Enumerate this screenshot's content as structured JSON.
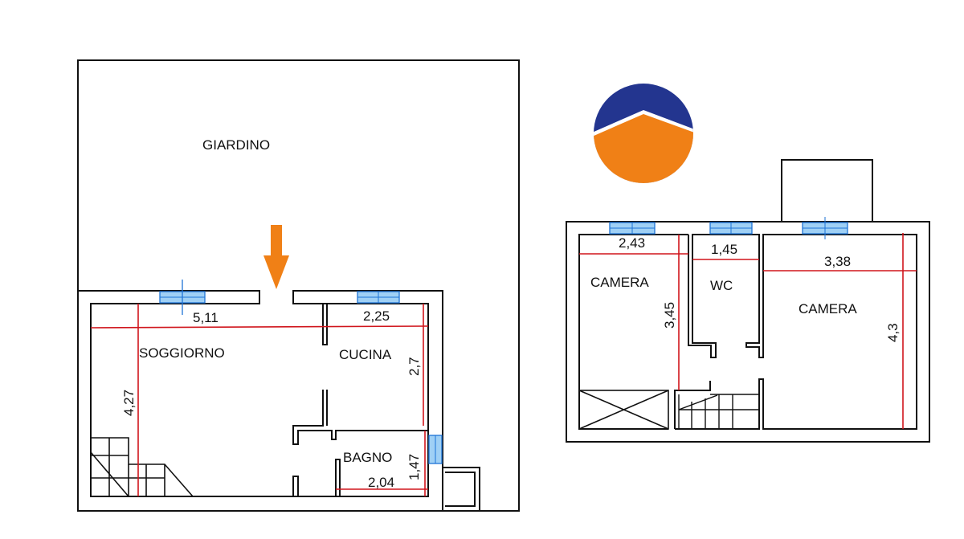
{
  "colors": {
    "wall": "#111111",
    "dimension": "#d0151c",
    "window": "#1e73d6",
    "arrow": "#f08016",
    "logo_blue": "#23358f",
    "logo_orange": "#f08016"
  },
  "ground_floor": {
    "garden_label": "GIARDINO",
    "rooms": {
      "living": "SOGGIORNO",
      "kitchen": "CUCINA",
      "bathroom": "BAGNO"
    },
    "dimensions": {
      "living_width": "5,11",
      "living_depth": "4,27",
      "kitchen_width": "2,25",
      "kitchen_depth": "2,7",
      "bathroom_width": "2,04",
      "bathroom_depth": "1,47"
    }
  },
  "first_floor": {
    "rooms": {
      "bedroom_left": "CAMERA",
      "wc": "WC",
      "bedroom_right": "CAMERA"
    },
    "dimensions": {
      "bedroom_left_width": "2,43",
      "bedroom_left_depth": "3,45",
      "wc_width": "1,45",
      "bedroom_right_width": "3,38",
      "bedroom_right_depth": "4,3"
    }
  },
  "icons": {
    "entrance": "arrow-down-icon",
    "logo": "house-roof-logo"
  }
}
